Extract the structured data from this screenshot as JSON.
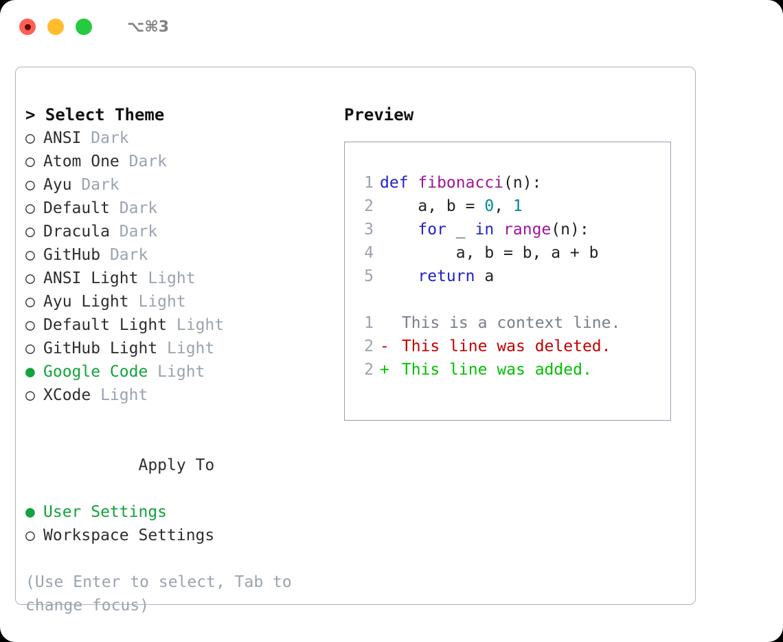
{
  "window": {
    "shortcut": "⌥⌘3",
    "traffic_lights": [
      {
        "name": "close-button",
        "color": "#ff5f56"
      },
      {
        "name": "minimize-button",
        "color": "#ffbd2e"
      },
      {
        "name": "maximize-button",
        "color": "#27c93f"
      }
    ]
  },
  "theme_picker": {
    "header": "> Select Theme",
    "marker_unselected": "○",
    "marker_selected": "●",
    "items": [
      {
        "label": "ANSI",
        "kind": "Dark",
        "selected": false
      },
      {
        "label": "Atom One",
        "kind": "Dark",
        "selected": false
      },
      {
        "label": "Ayu",
        "kind": "Dark",
        "selected": false
      },
      {
        "label": "Default",
        "kind": "Dark",
        "selected": false
      },
      {
        "label": "Dracula",
        "kind": "Dark",
        "selected": false
      },
      {
        "label": "GitHub",
        "kind": "Dark",
        "selected": false
      },
      {
        "label": "ANSI Light",
        "kind": "Light",
        "selected": false
      },
      {
        "label": "Ayu Light",
        "kind": "Light",
        "selected": false
      },
      {
        "label": "Default Light",
        "kind": "Light",
        "selected": false
      },
      {
        "label": "GitHub Light",
        "kind": "Light",
        "selected": false
      },
      {
        "label": "Google Code",
        "kind": "Light",
        "selected": true
      },
      {
        "label": "XCode",
        "kind": "Light",
        "selected": false
      }
    ]
  },
  "apply_to": {
    "header": "Apply To",
    "items": [
      {
        "label": "User Settings",
        "selected": true
      },
      {
        "label": "Workspace Settings",
        "selected": false
      }
    ]
  },
  "hint": "(Use Enter to select, Tab to change focus)",
  "preview": {
    "title": "Preview",
    "code_lines": [
      {
        "number": "1",
        "tokens": [
          {
            "text": "def ",
            "type": "kw"
          },
          {
            "text": "fibonacci",
            "type": "fn"
          },
          {
            "text": "(n):",
            "type": "pl"
          }
        ]
      },
      {
        "number": "2",
        "tokens": [
          {
            "text": "    a, b = ",
            "type": "pl"
          },
          {
            "text": "0",
            "type": "num"
          },
          {
            "text": ", ",
            "type": "pl"
          },
          {
            "text": "1",
            "type": "num"
          }
        ]
      },
      {
        "number": "3",
        "tokens": [
          {
            "text": "    for",
            "type": "kw"
          },
          {
            "text": " _ ",
            "type": "pl"
          },
          {
            "text": "in",
            "type": "kw"
          },
          {
            "text": " ",
            "type": "pl"
          },
          {
            "text": "range",
            "type": "fn"
          },
          {
            "text": "(n):",
            "type": "pl"
          }
        ]
      },
      {
        "number": "4",
        "tokens": [
          {
            "text": "        a, b = b, a + b",
            "type": "pl"
          }
        ]
      },
      {
        "number": "5",
        "tokens": [
          {
            "text": "    return",
            "type": "kw"
          },
          {
            "text": " a",
            "type": "pl"
          }
        ]
      }
    ],
    "diff_lines": [
      {
        "number": "1",
        "sign": " ",
        "text": " This is a context line.",
        "type": "ctx"
      },
      {
        "number": "2",
        "sign": "-",
        "text": " This line was deleted.",
        "type": "del"
      },
      {
        "number": "2",
        "sign": "+",
        "text": " This line was added.",
        "type": "add"
      }
    ]
  },
  "colors": {
    "accent_green": "#12a33c",
    "muted": "#9aa3b0",
    "keyword": "#2222c7",
    "function": "#a0159b",
    "number": "#008b8b",
    "diff_add": "#00c000",
    "diff_del": "#c40000",
    "panel_border": "#aab4c2"
  }
}
